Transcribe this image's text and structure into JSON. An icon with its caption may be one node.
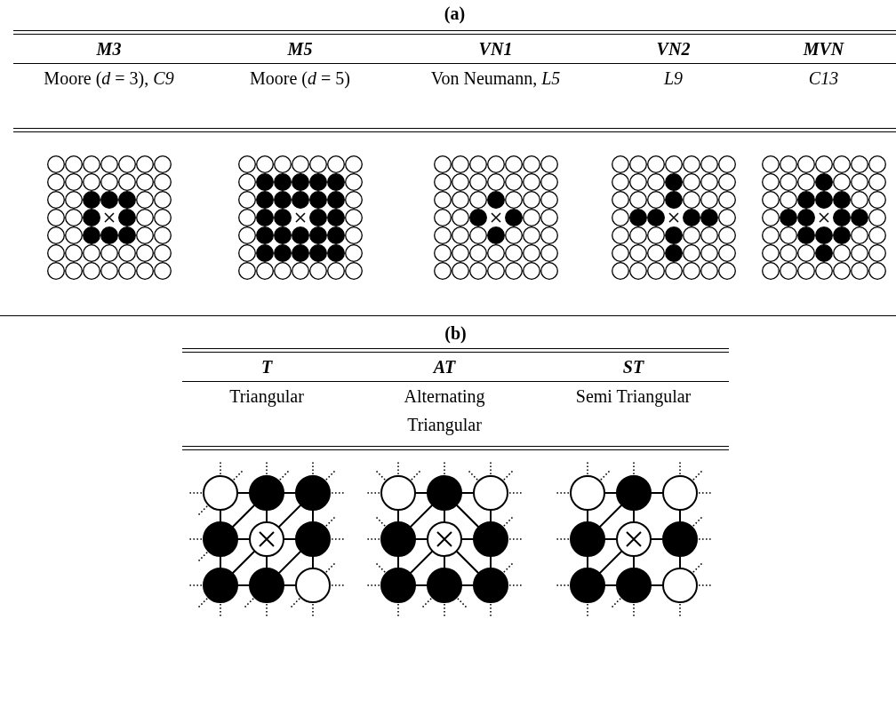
{
  "diagram": {
    "labels": [
      "(a)",
      "M3",
      "M5",
      "VN1",
      "VN2",
      "MVN",
      "Moore (*d* = 3), *C9*",
      "Moore (*d* = 5)",
      "Von Neumann, *L5*",
      "L9",
      "C13",
      "(b)",
      "T",
      "AT",
      "ST",
      "Triangular",
      "Alternating Triangular",
      "Semi Triangular"
    ]
  }
}
